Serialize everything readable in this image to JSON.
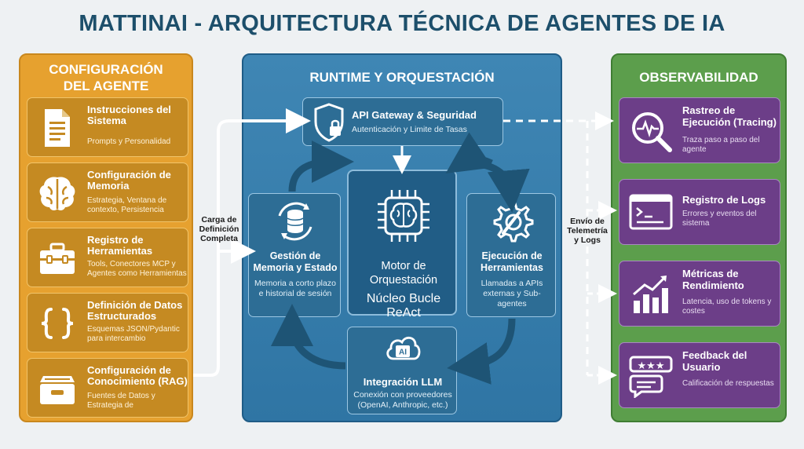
{
  "title": "MATTINAI - ARQUITECTURA TÉCNICA DE AGENTES DE IA",
  "left_panel": {
    "title_line1": "CONFIGURACIÓN",
    "title_line2": "DEL AGENTE",
    "cards": [
      {
        "title": "Instrucciones del Sistema",
        "subtitle": "Prompts y Personalidad",
        "icon": "document-icon"
      },
      {
        "title": "Configuración de Memoria",
        "subtitle": "Estrategia, Ventana de contexto, Persistencia",
        "icon": "brain-icon"
      },
      {
        "title": "Registro de Herramientas",
        "subtitle": "Tools, Conectores MCP y Agentes como Herramientas",
        "icon": "toolbox-icon"
      },
      {
        "title": "Definición de Datos Estructurados",
        "subtitle": "Esquemas JSON/Pydantic para intercambio",
        "icon": "braces-icon"
      },
      {
        "title": "Configuración de Conocimiento (RAG)",
        "subtitle": "Fuentes de Datos y Estrategia de",
        "icon": "file-cabinet-icon"
      }
    ]
  },
  "middle_panel": {
    "title": "RUNTIME Y ORQUESTACIÓN",
    "gateway": {
      "title": "API Gateway & Seguridad",
      "subtitle": "Autenticación y Limite de Tasas"
    },
    "memory": {
      "title": "Gestión de Memoria y Estado",
      "subtitle": "Memoria a corto plazo e historial de sesión"
    },
    "engine": {
      "title": "Motor de Orquestación",
      "subtitle": "Núcleo Bucle ReAct"
    },
    "tools": {
      "title": "Ejecución de Herramientas",
      "subtitle": "Llamadas a APIs externas y Sub-agentes"
    },
    "llm": {
      "title": "Integración LLM",
      "subtitle": "Conexión con proveedores (OpenAI, Anthropic, etc.)",
      "badge": "AI"
    }
  },
  "right_panel": {
    "title": "OBSERVABILIDAD",
    "cards": [
      {
        "title": "Rastreo de Ejecución (Tracing)",
        "subtitle": "Traza paso a paso del agente",
        "icon": "magnifier-pulse-icon"
      },
      {
        "title": "Registro de Logs",
        "subtitle": "Errores y eventos del sistema",
        "icon": "terminal-icon"
      },
      {
        "title": "Métricas de Rendimiento",
        "subtitle": "Latencia, uso de tokens y costes",
        "icon": "bar-chart-icon"
      },
      {
        "title": "Feedback del Usuario",
        "subtitle": "Calificación de respuestas",
        "icon": "rating-chat-icon"
      }
    ]
  },
  "connectors": {
    "left_label": "Carga de Definición Completa",
    "right_label": "Envío de Telemetría y Logs"
  },
  "colors": {
    "title": "#1d4f6b",
    "left_panel": "#e6a12f",
    "left_card": "#c58a22",
    "middle_panel": "#3f86b4",
    "middle_card": "#2d6d95",
    "right_panel": "#5c9e4c",
    "right_card": "#6c3e88",
    "loop_arrows": "#1e5475"
  }
}
